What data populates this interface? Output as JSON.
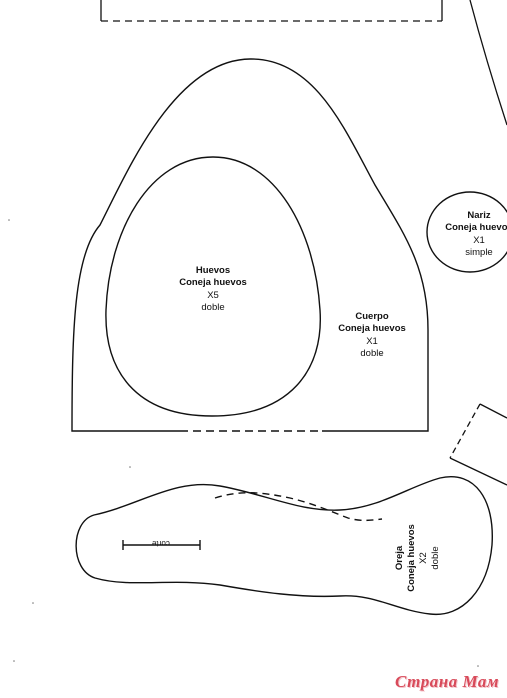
{
  "pieces": {
    "huevos": {
      "title": "Huevos",
      "name": "Coneja huevos",
      "qty": "X5",
      "type": "doble"
    },
    "cuerpo": {
      "title": "Cuerpo",
      "name": "Coneja huevos",
      "qty": "X1",
      "type": "doble"
    },
    "nariz": {
      "title": "Nariz",
      "name": "Coneja huevos",
      "qty": "X1",
      "type": "simple"
    },
    "oreja": {
      "title": "Oreja",
      "name": "Coneja huevos",
      "qty": "X2",
      "type": "doble",
      "cut_label": "corte"
    }
  },
  "watermark": "Страна Мам"
}
